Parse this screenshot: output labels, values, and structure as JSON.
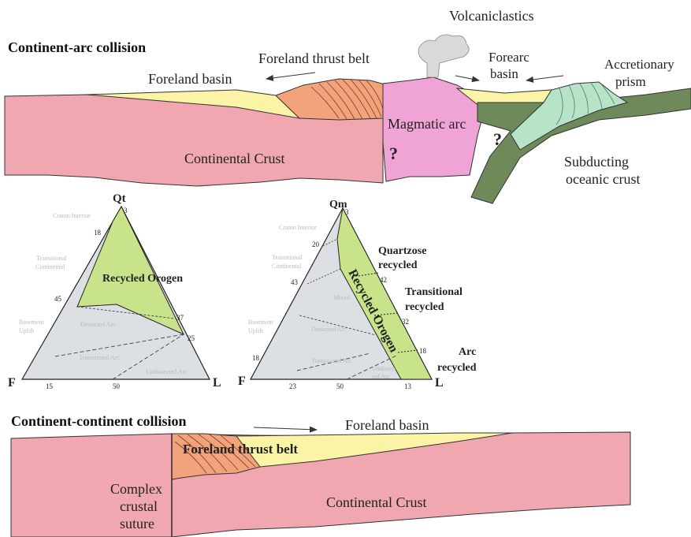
{
  "colors": {
    "crust": "#f0a7b0",
    "basin": "#fbf4a6",
    "thrust": "#f2a37b",
    "arc": "#f0a4d6",
    "prism": "#b7e3c9",
    "oceanic": "#6f8a5a",
    "recycled": "#c9e38b",
    "triangle_gray": "#dcdfe3",
    "line": "#222222"
  },
  "top_section": {
    "title": "Continent-arc collision",
    "labels": {
      "volcaniclastics": "Volcaniclastics",
      "foreland_thrust_belt": "Foreland thrust belt",
      "foreland_basin": "Foreland basin",
      "forearc": "Forearc",
      "basin": "basin",
      "accretionary": "Accretionary",
      "prism": "prism",
      "magmatic_arc": "Magmatic arc",
      "question1": "?",
      "question2": "?",
      "continental_crust": "Continental Crust",
      "subducting": "Subducting",
      "oceanic_crust": "oceanic crust"
    }
  },
  "qtfl": {
    "apex_top": "Qt",
    "apex_left": "F",
    "apex_right": "L",
    "fields": {
      "craton_interior": "Craton Interior",
      "transitional": "Transitional",
      "continental": "Continental",
      "basement": "Basement",
      "uplift": "Uplift",
      "recycled_orogen": "Recycled Orogen",
      "dissected_arc": "Dissected Arc",
      "transitional_arc": "Transitional Arc",
      "undissected_arc": "Undissected Arc"
    },
    "ticks": {
      "top": "3",
      "left_18": "18",
      "left_45": "45",
      "right_37": "37",
      "right_25": "25",
      "bottom_15": "15",
      "bottom_50": "50"
    }
  },
  "qmflt": {
    "apex_top": "Qm",
    "apex_left": "F",
    "apex_right": "L",
    "fields": {
      "craton_interior": "Craton Interior",
      "transitional": "Transitional",
      "continental": "Continental",
      "basement": "Basement",
      "uplift": "Uplift",
      "mixed": "Mixed",
      "dissected_arc": "Dissected Arc",
      "transitional_arc": "Transitional Arc",
      "undissected": "Undissec-",
      "ted_arc": "ted Arc",
      "recycled_orogen": "Recycled Orogen"
    },
    "ticks": {
      "top": "3",
      "left_20": "20",
      "left_43": "43",
      "left_18": "18",
      "right_42": "42",
      "right_32": "32",
      "right_18": "18",
      "bottom_23": "23",
      "bottom_50": "50",
      "bottom_13": "13"
    },
    "subfields": {
      "quartzose": "Quartzose",
      "recycled_1": "recycled",
      "transitional": "Transitional",
      "recycled_2": "recycled",
      "arc": "Arc",
      "recycled_3": "recycled"
    }
  },
  "bottom_section": {
    "title": "Continent-continent collision",
    "labels": {
      "foreland_basin": "Foreland basin",
      "foreland_thrust_belt": "Foreland thrust belt",
      "complex": "Complex",
      "crustal": "crustal",
      "suture": "suture",
      "continental_crust": "Continental Crust"
    }
  }
}
